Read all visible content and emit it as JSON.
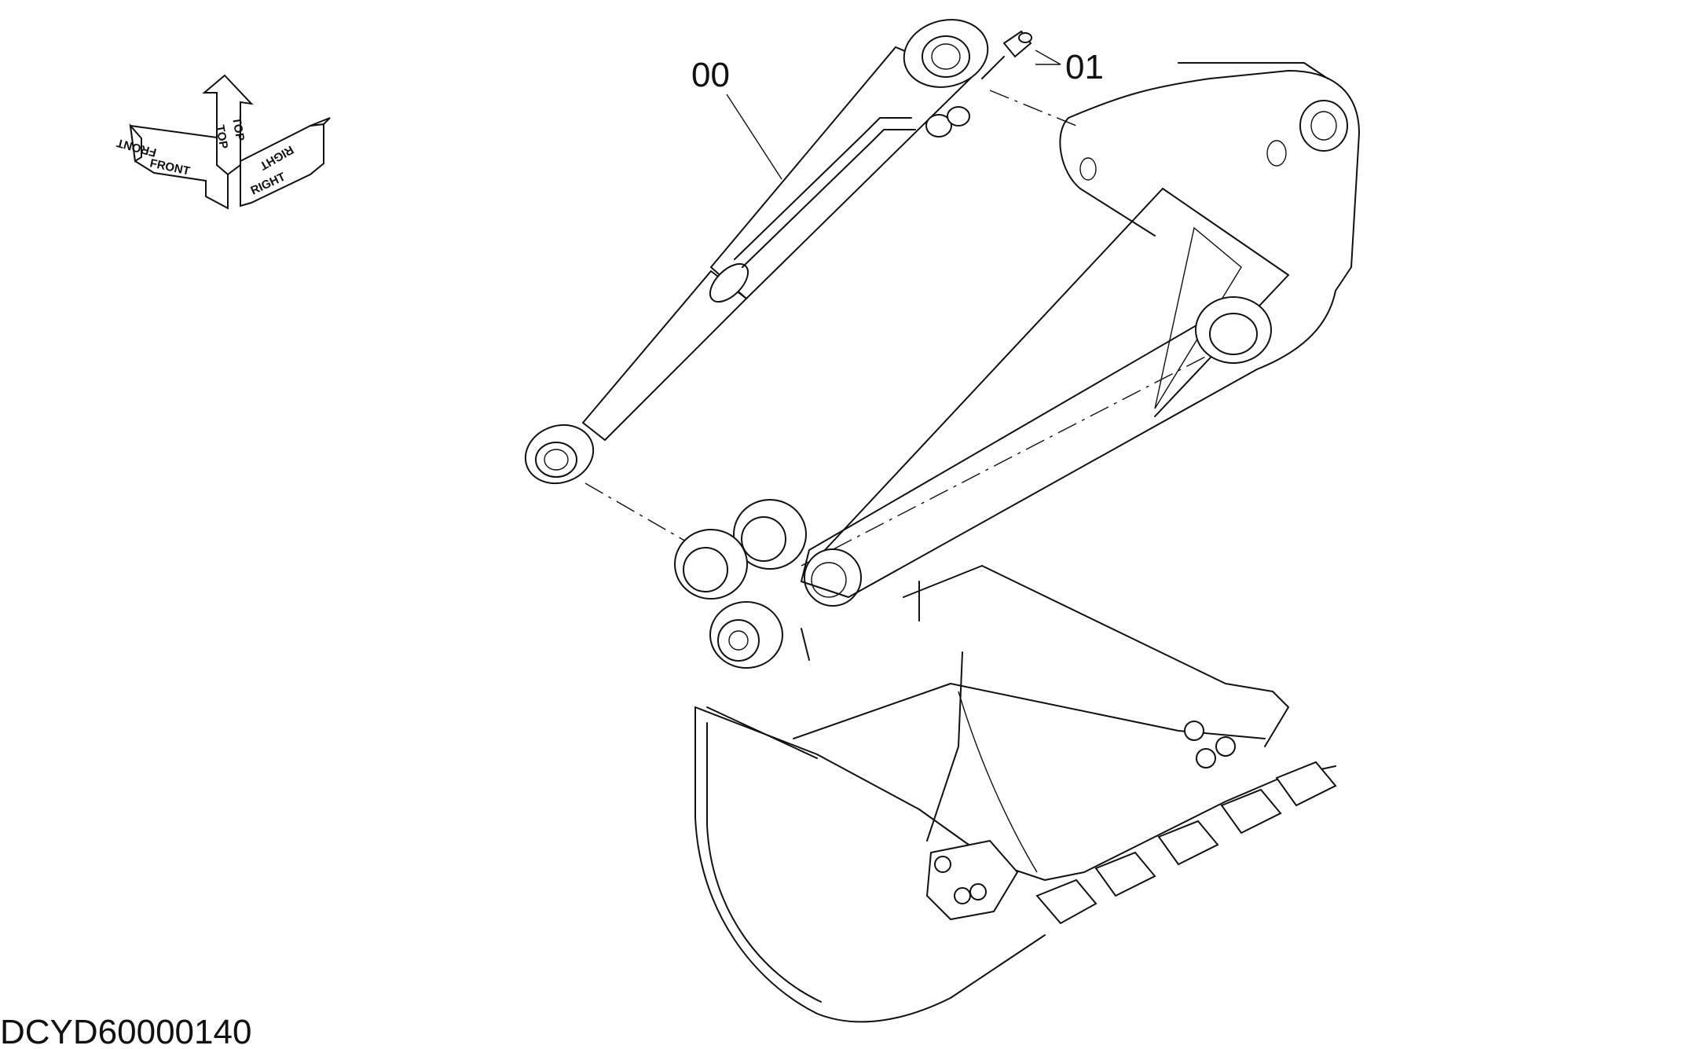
{
  "diagram": {
    "drawing_code": "DCYD60000140",
    "callouts": [
      {
        "id": "00",
        "label": "00"
      },
      {
        "id": "01",
        "label": "01"
      }
    ],
    "orientation": {
      "front": "FRONT",
      "top": "TOP",
      "right": "RIGHT"
    },
    "line_color": "#111111",
    "background": "#ffffff"
  }
}
